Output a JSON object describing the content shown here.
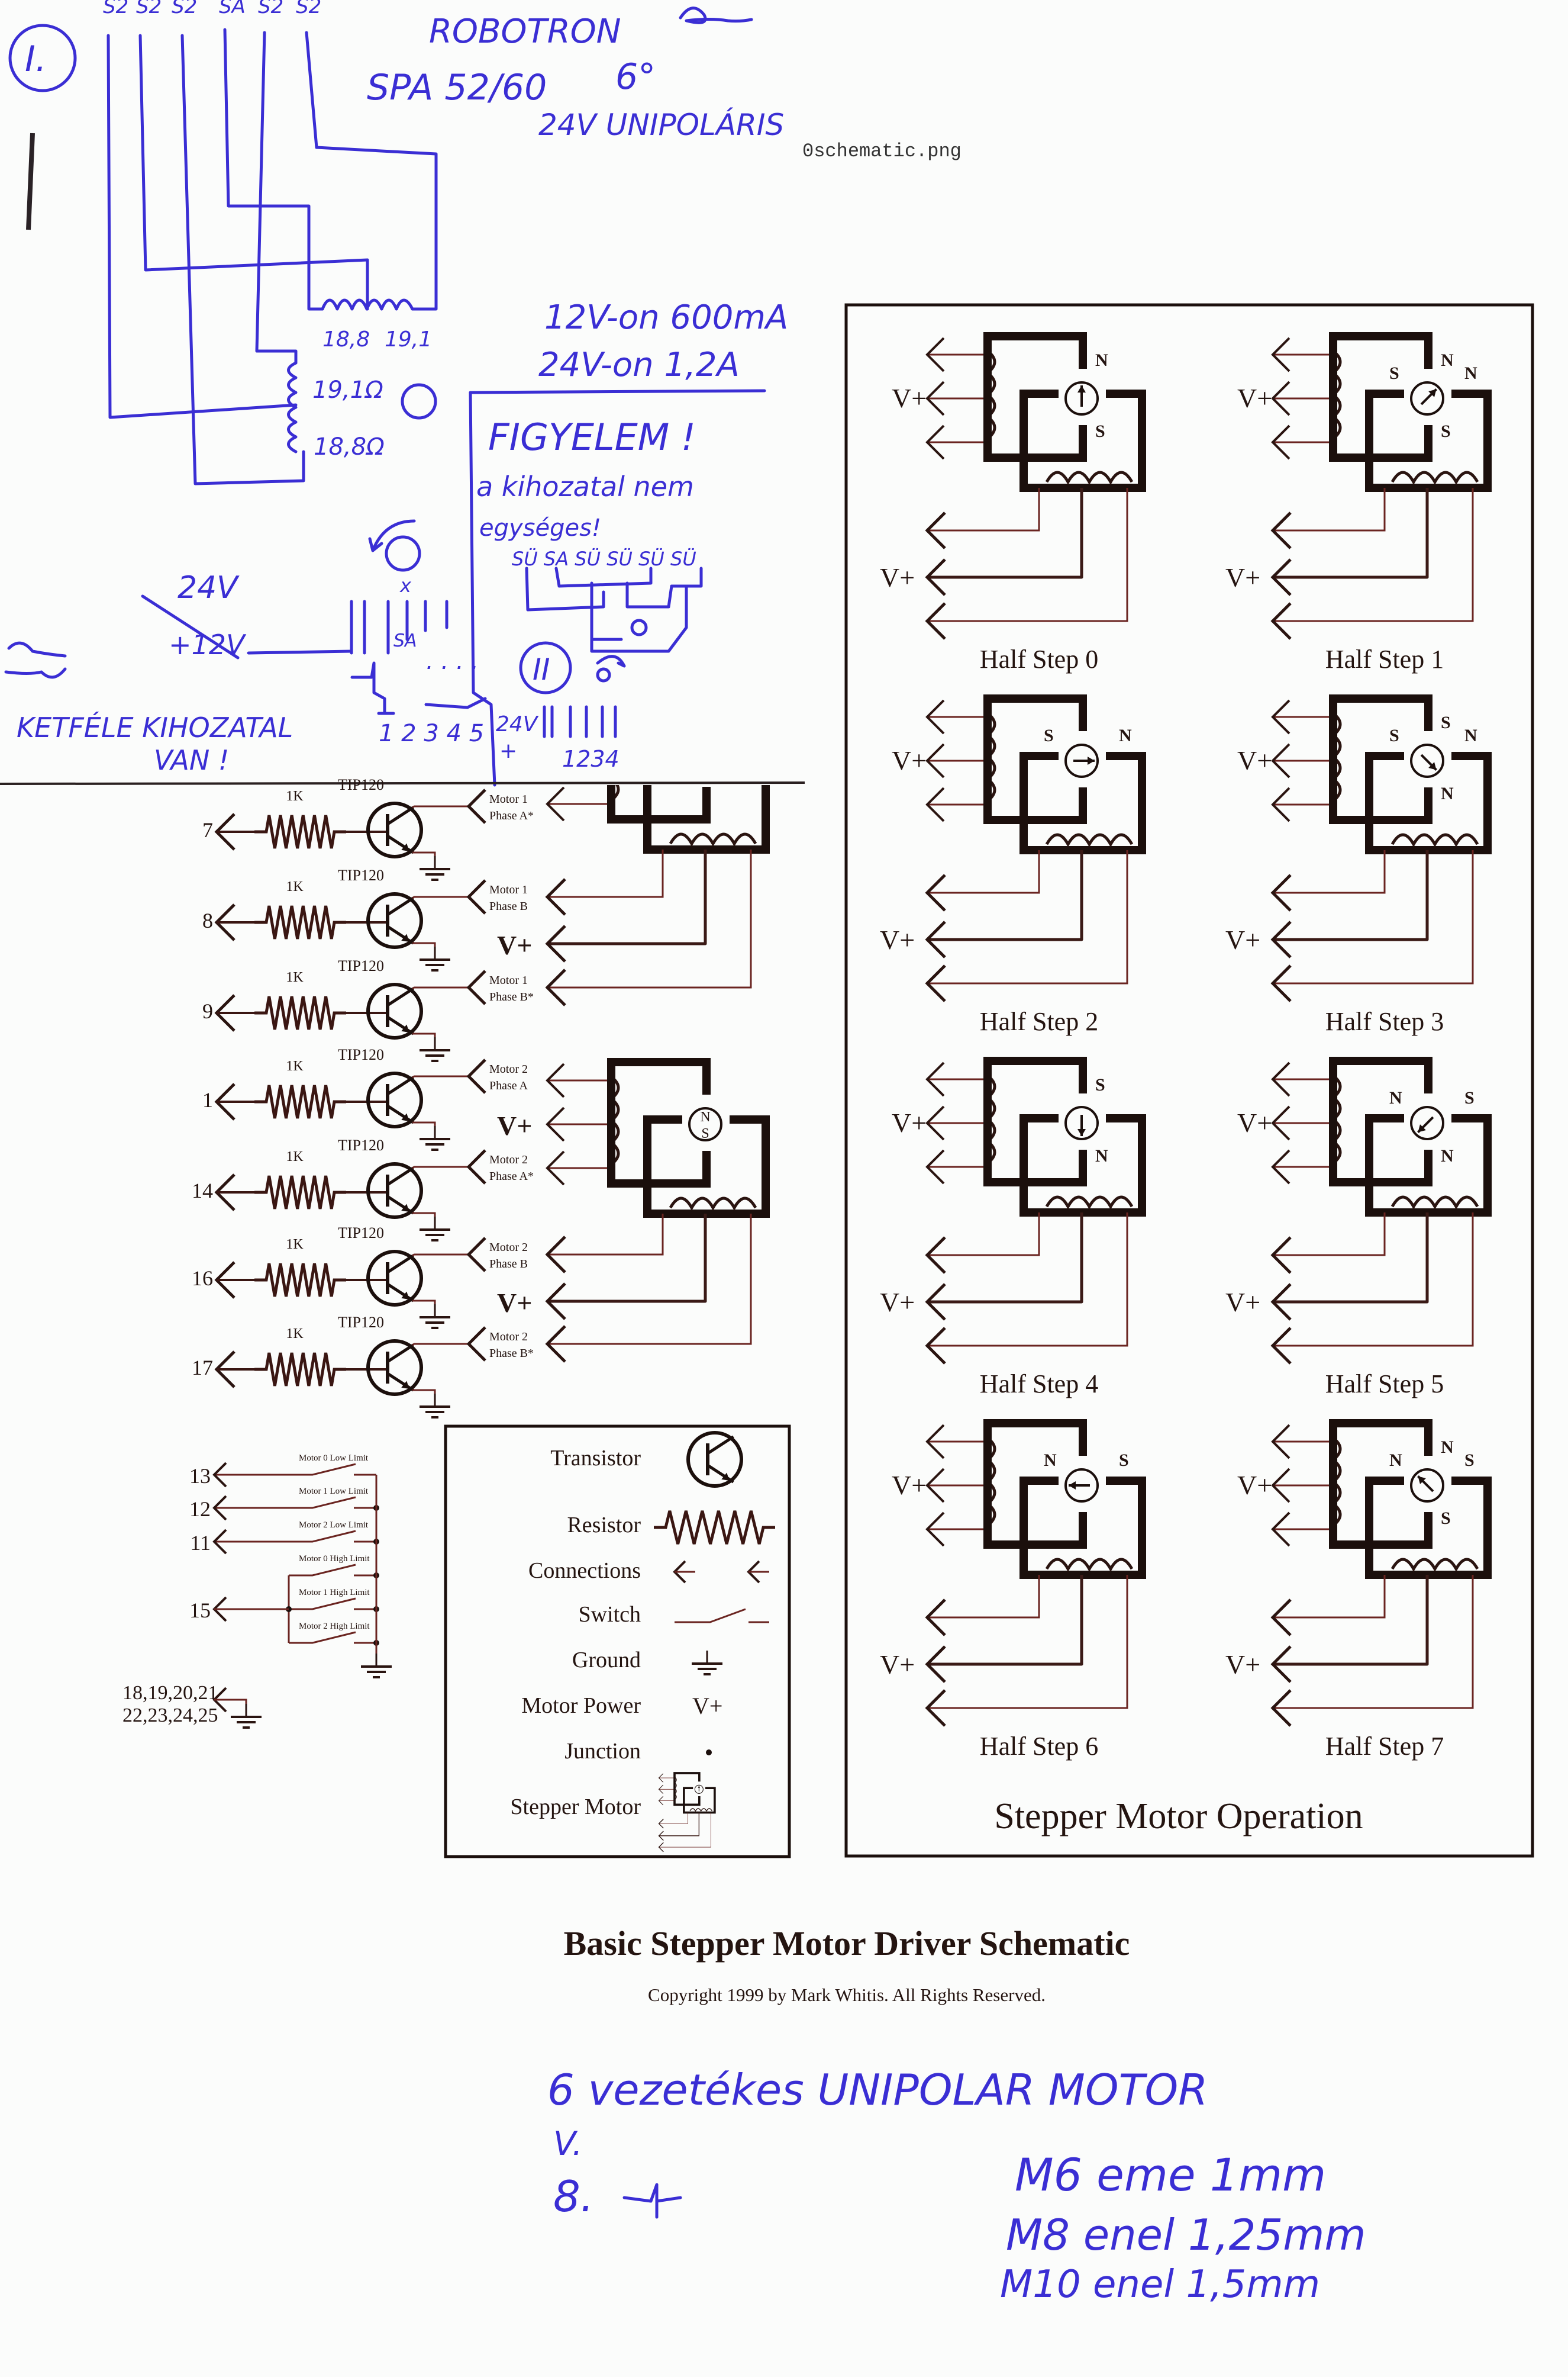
{
  "file_label": "0schematic.png",
  "handwriting": {
    "wire_labels": [
      "S2",
      "S2",
      "S2",
      "SA",
      "S2",
      "S2"
    ],
    "circle_one": "I.",
    "brand": "ROBOTRON",
    "model": "SPA 52/60",
    "step_angle": "6°",
    "type": "24V UNIPOLÁRIS",
    "coil_values": [
      "18,8",
      "19,1",
      "19,1Ω",
      "18,8Ω"
    ],
    "current_12v": "12V-on 600mA",
    "current_24v": "24V-on 1,2A",
    "warning_title": "FIGYELEM !",
    "warning_line1": "a kihozatal nem",
    "warning_line2": "egységes!",
    "wire_labels_2": "SÜ SA SÜ SÜ SÜ SÜ",
    "voltage_24": "24V",
    "voltage_12": "+12V",
    "switch_mark_x": "x",
    "switch_mark_sa": "SA",
    "pin_numbers_1": "1 2 3 4 5",
    "circle_two": "II",
    "voltage_24b": "24V",
    "plus": "+",
    "pin_numbers_2": "1234",
    "note_two_types": "KETFÉLE KIHOZATAL",
    "note_two_types_2": "VAN !",
    "note_motor": "6 vezetékes UNIPOLAR MOTOR",
    "note_v": "V.",
    "note_8": "8.",
    "thread_notes": [
      "M6 eme 1mm",
      "M8 enel 1,25mm",
      "M10 enel 1,5mm"
    ]
  },
  "driver": {
    "resistor_label": "1K",
    "transistor_label": "TIP120",
    "vplus": "V+",
    "rows": [
      {
        "pin": "7",
        "line1": "Motor 1",
        "line2": "Phase A*"
      },
      {
        "pin": "8",
        "line1": "Motor 1",
        "line2": "Phase B"
      },
      {
        "pin": "9",
        "line1": "Motor 1",
        "line2": "Phase B*"
      },
      {
        "pin": "1",
        "line1": "Motor 2",
        "line2": "Phase A"
      },
      {
        "pin": "14",
        "line1": "Motor 2",
        "line2": "Phase A*"
      },
      {
        "pin": "16",
        "line1": "Motor 2",
        "line2": "Phase B"
      },
      {
        "pin": "17",
        "line1": "Motor 2",
        "line2": "Phase B*"
      }
    ],
    "motor2_rotor": [
      "N",
      "S"
    ]
  },
  "limits": {
    "switches": [
      {
        "label": "Motor 0 Low Limit",
        "pin": "13"
      },
      {
        "label": "Motor 1 Low Limit",
        "pin": "12"
      },
      {
        "label": "Motor 2 Low Limit",
        "pin": "11"
      },
      {
        "label": "Motor 0 High Limit",
        "pin": ""
      },
      {
        "label": "Motor 1 High Limit",
        "pin": "15"
      },
      {
        "label": "Motor 2 High Limit",
        "pin": ""
      }
    ],
    "ground_pins_1": "18,19,20,21",
    "ground_pins_2": "22,23,24,25"
  },
  "legend": {
    "items": [
      "Transistor",
      "Resistor",
      "Connections",
      "Switch",
      "Ground",
      "Motor Power",
      "Junction",
      "Stepper Motor"
    ],
    "motor_power_symbol": "V+"
  },
  "operation": {
    "title": "Stepper Motor Operation",
    "vplus": "V+",
    "halfsteps": [
      {
        "label": "Half Step 0",
        "rotor_angle": 0,
        "poles": {
          "top": "N",
          "bottom": "S",
          "left": "",
          "right": ""
        }
      },
      {
        "label": "Half Step 1",
        "rotor_angle": 45,
        "poles": {
          "top": "N",
          "bottom": "S",
          "left": "S",
          "right": "N"
        }
      },
      {
        "label": "Half Step 2",
        "rotor_angle": 90,
        "poles": {
          "top": "",
          "bottom": "",
          "left": "S",
          "right": "N"
        }
      },
      {
        "label": "Half Step 3",
        "rotor_angle": 135,
        "poles": {
          "top": "S",
          "bottom": "N",
          "left": "S",
          "right": "N"
        }
      },
      {
        "label": "Half Step 4",
        "rotor_angle": 180,
        "poles": {
          "top": "S",
          "bottom": "N",
          "left": "",
          "right": ""
        }
      },
      {
        "label": "Half Step 5",
        "rotor_angle": 225,
        "poles": {
          "top": "",
          "bottom": "N",
          "left": "N",
          "right": "S"
        }
      },
      {
        "label": "Half Step 6",
        "rotor_angle": 270,
        "poles": {
          "top": "",
          "bottom": "",
          "left": "N",
          "right": "S"
        }
      },
      {
        "label": "Half Step 7",
        "rotor_angle": 315,
        "poles": {
          "top": "N",
          "bottom": "S",
          "left": "N",
          "right": "S"
        }
      }
    ]
  },
  "footer": {
    "title": "Basic Stepper Motor Driver Schematic",
    "copyright": "Copyright 1999 by Mark Whitis.  All Rights Reserved."
  }
}
